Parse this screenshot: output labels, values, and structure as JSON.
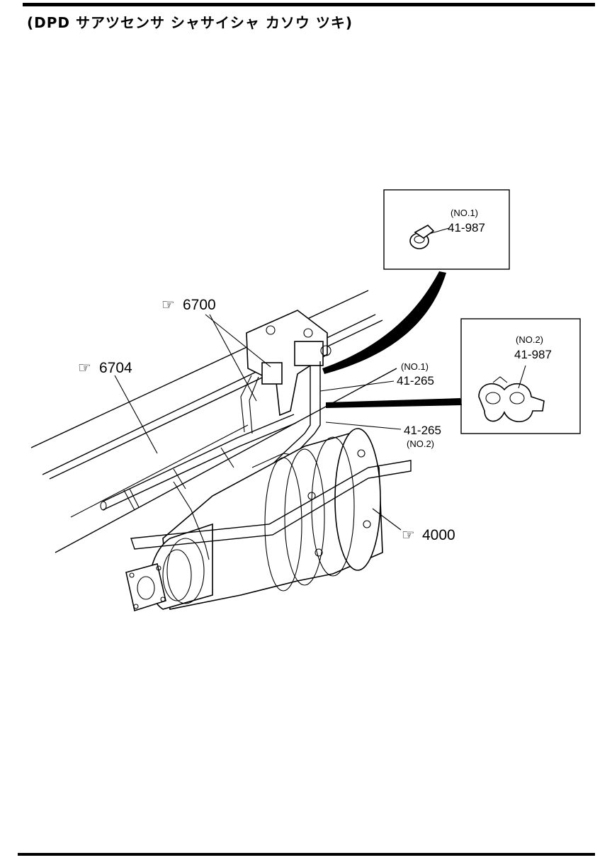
{
  "page": {
    "title": "(DPD サアツセンサ シャサイシャ カソウ ツキ)"
  },
  "callouts": {
    "ref_6700": "6700",
    "ref_6704": "6704",
    "ref_4000": "4000",
    "hand_glyph": "☞"
  },
  "parts": {
    "clip_no1": {
      "variant": "(NO.1)",
      "number": "41-987"
    },
    "clip_no2": {
      "variant": "(NO.2)",
      "number": "41-987"
    },
    "hose_no1": {
      "variant": "(NO.1)",
      "number": "41-265"
    },
    "hose_no2": {
      "variant": "(NO.2)",
      "number": "41-265"
    }
  }
}
